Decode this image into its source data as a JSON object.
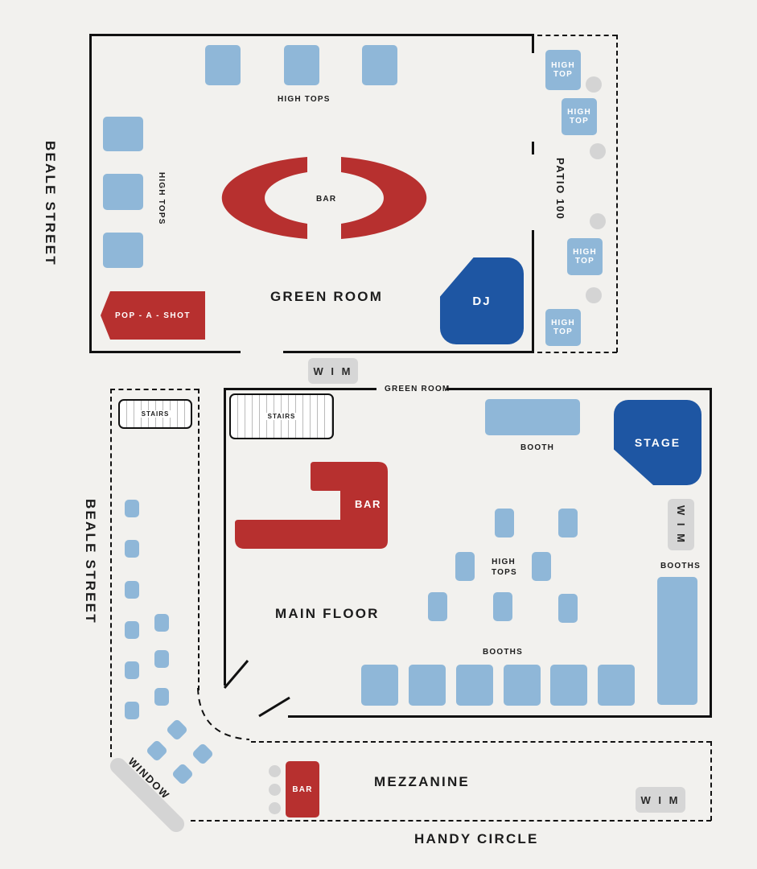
{
  "colors": {
    "background": "#f2f1ee",
    "table_blue": "#8fb7d8",
    "bar_red": "#b7302f",
    "dj_blue": "#1e56a3",
    "wim_gray": "#d6d6d6",
    "wall": "#111111"
  },
  "streets": {
    "top_left": "BEALE STREET",
    "mid_left": "BEALE STREET",
    "bottom": "HANDY CIRCLE"
  },
  "green_room": {
    "title": "GREEN ROOM",
    "high_tops_top": "HIGH TOPS",
    "high_tops_left": "HIGH TOPS",
    "bar": "BAR",
    "pop_a_shot": "POP - A - SHOT",
    "dj": "DJ"
  },
  "patio": {
    "title": "PATIO 100",
    "high_top_labels": [
      "HIGH TOP",
      "HIGH TOP",
      "HIGH TOP",
      "HIGH TOP"
    ]
  },
  "wim_labels": {
    "between": "W I M",
    "main_right": "W I M",
    "mezzanine": "W I M"
  },
  "main_floor": {
    "title": "MAIN FLOOR",
    "green_room_label": "GREEN ROOM",
    "stairs": "STAIRS",
    "bar": "BAR",
    "booth": "BOOTH",
    "stage": "STAGE",
    "high_tops": "HIGH TOPS",
    "booths_bottom": "BOOTHS",
    "booths_right": "BOOTHS"
  },
  "corridor": {
    "stairs": "STAIRS",
    "window": "WINDOW"
  },
  "mezzanine": {
    "title": "MEZZANINE",
    "bar": "BAR"
  }
}
